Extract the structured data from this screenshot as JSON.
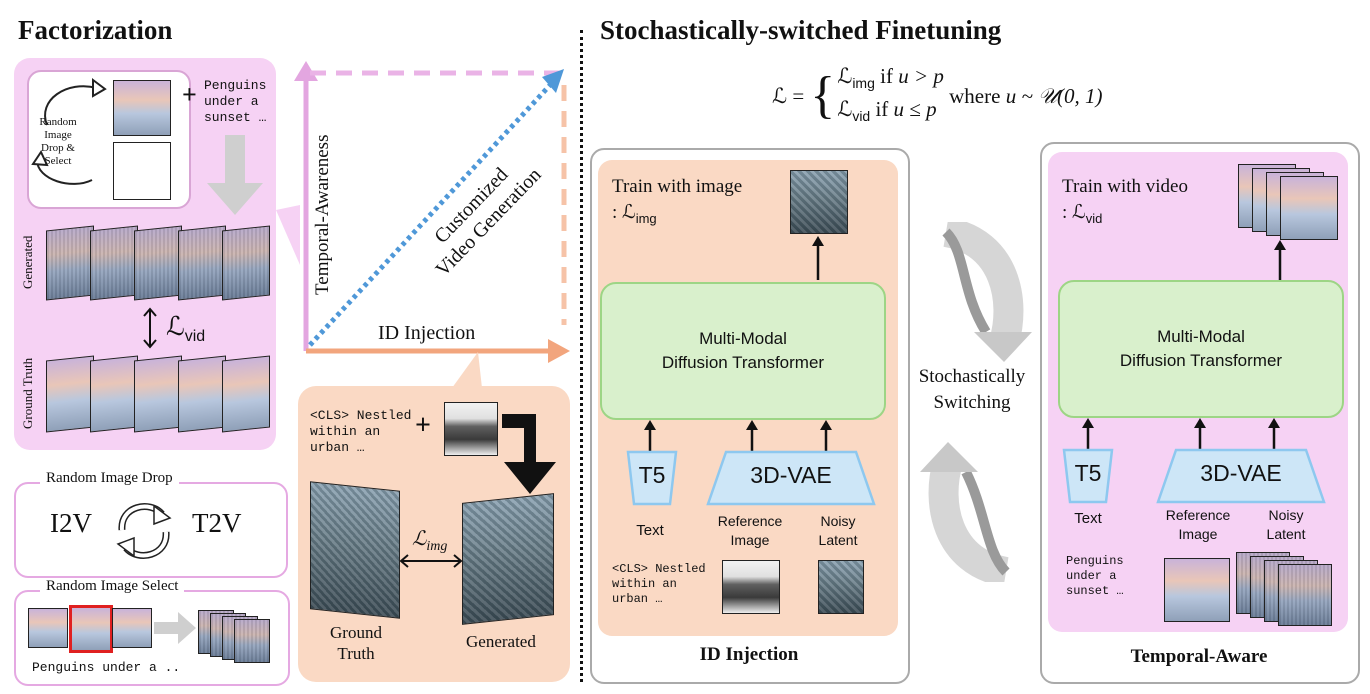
{
  "factorization": {
    "title": "Factorization",
    "random_image_label": [
      "Random",
      "Image",
      "Drop & Select"
    ],
    "prompt_text": [
      "Penguins",
      "under a",
      "sunset …"
    ],
    "plus": "+",
    "row_generated": "Generated",
    "row_ground_truth": "Ground Truth",
    "loss_vid": "ℒ",
    "loss_vid_sub": "vid"
  },
  "random_drop": {
    "title": "Random Image Drop",
    "left": "I2V",
    "right": "T2V"
  },
  "random_select": {
    "title": "Random Image Select",
    "prompt": "Penguins under a .."
  },
  "axes": {
    "vertical": "Temporal-Awareness",
    "horizontal": "ID Injection",
    "diagonal_line1": "Customized",
    "diagonal_line2": "Video Generation"
  },
  "id_callout": {
    "prompt": [
      "<CLS> Nestled",
      "within an",
      "urban …"
    ],
    "plus": "+",
    "ground_truth": [
      "Ground",
      "Truth"
    ],
    "generated": "Generated",
    "loss": "ℒ",
    "loss_sub": "img"
  },
  "ssf": {
    "title": "Stochastically-switched Finetuning",
    "formula_lhs": "ℒ =",
    "case1_a": "ℒ",
    "case1_sub": "img",
    "case1_b": " if ",
    "case1_c": "u > p",
    "case2_a": "ℒ",
    "case2_sub": "vid",
    "case2_b": " if ",
    "case2_c": "u ≤ p",
    "where": " where ",
    "dist": "u ~ 𝒰(0, 1)"
  },
  "left_panel": {
    "train_line1": "Train with image",
    "train_line2_prefix": ": ",
    "train_loss": "ℒ",
    "train_loss_sub": "img",
    "transformer": [
      "Multi-Modal",
      "Diffusion Transformer"
    ],
    "t5": "T5",
    "vae": "3D-VAE",
    "text_label": "Text",
    "ref_label": [
      "Reference",
      "Image"
    ],
    "noisy_label": [
      "Noisy",
      "Latent"
    ],
    "prompt": [
      "<CLS> Nestled",
      "within an",
      "urban …"
    ],
    "footer": "ID Injection"
  },
  "switch": {
    "label": [
      "Stochastically",
      "Switching"
    ]
  },
  "right_panel": {
    "train_line1": "Train with video",
    "train_line2_prefix": ": ",
    "train_loss": "ℒ",
    "train_loss_sub": "vid",
    "transformer": [
      "Multi-Modal",
      "Diffusion Transformer"
    ],
    "t5": "T5",
    "vae": "3D-VAE",
    "text_label": "Text",
    "ref_label": [
      "Reference",
      "Image"
    ],
    "noisy_label": [
      "Noisy",
      "Latent"
    ],
    "prompt": [
      "Penguins",
      "under a",
      "sunset …"
    ],
    "footer": "Temporal-Aware"
  },
  "colors": {
    "pink": "#f6d2f4",
    "peach": "#fad9c4",
    "green": "#d9f0cc",
    "blue": "#cde6f7",
    "dotted_blue": "#4f98d8",
    "pink_arrow": "#d68ad6",
    "peach_arrow": "#f2a57d"
  }
}
